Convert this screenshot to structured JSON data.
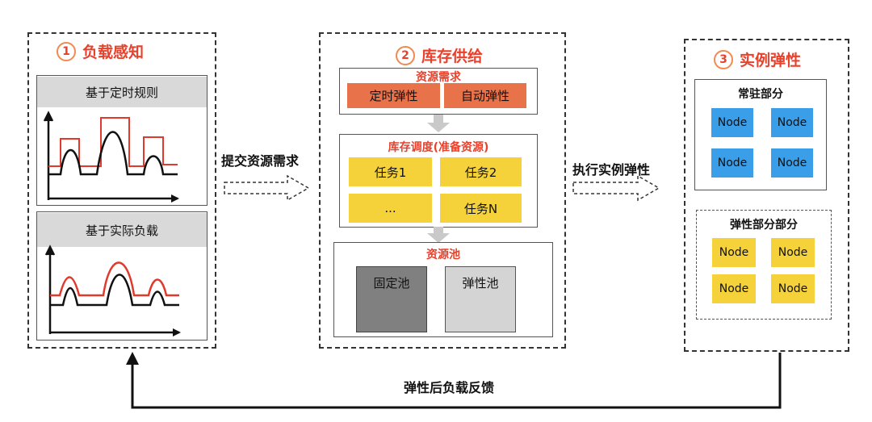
{
  "stage1": {
    "num": "1",
    "title": "负载感知",
    "timer_rule": "基于定时规则",
    "actual_load": "基于实际负载"
  },
  "stage2": {
    "num": "2",
    "title": "库存供给",
    "demand_title": "资源需求",
    "demand_items": [
      "定时弹性",
      "自动弹性"
    ],
    "schedule_title": "库存调度(准备资源)",
    "tasks": [
      "任务1",
      "任务2",
      "...",
      "任务N"
    ],
    "pool_title": "资源池",
    "pools": [
      "固定池",
      "弹性池"
    ]
  },
  "stage3": {
    "num": "3",
    "title": "实例弹性",
    "resident_title": "常驻部分",
    "resident_nodes": [
      "Node",
      "Node",
      "Node",
      "Node"
    ],
    "elastic_title": "弹性部分部分",
    "elastic_nodes": [
      "Node",
      "Node",
      "Node",
      "Node"
    ]
  },
  "arrows": {
    "submit": "提交资源需求",
    "execute": "执行实例弹性",
    "feedback": "弹性后负载反馈"
  },
  "colors": {
    "accent_red": "#e8412c",
    "orange": "#e8724a",
    "yellow": "#f5d23a",
    "blue": "#3b9ee8",
    "fixed_pool": "#808080",
    "elastic_pool": "#d4d4d4"
  }
}
